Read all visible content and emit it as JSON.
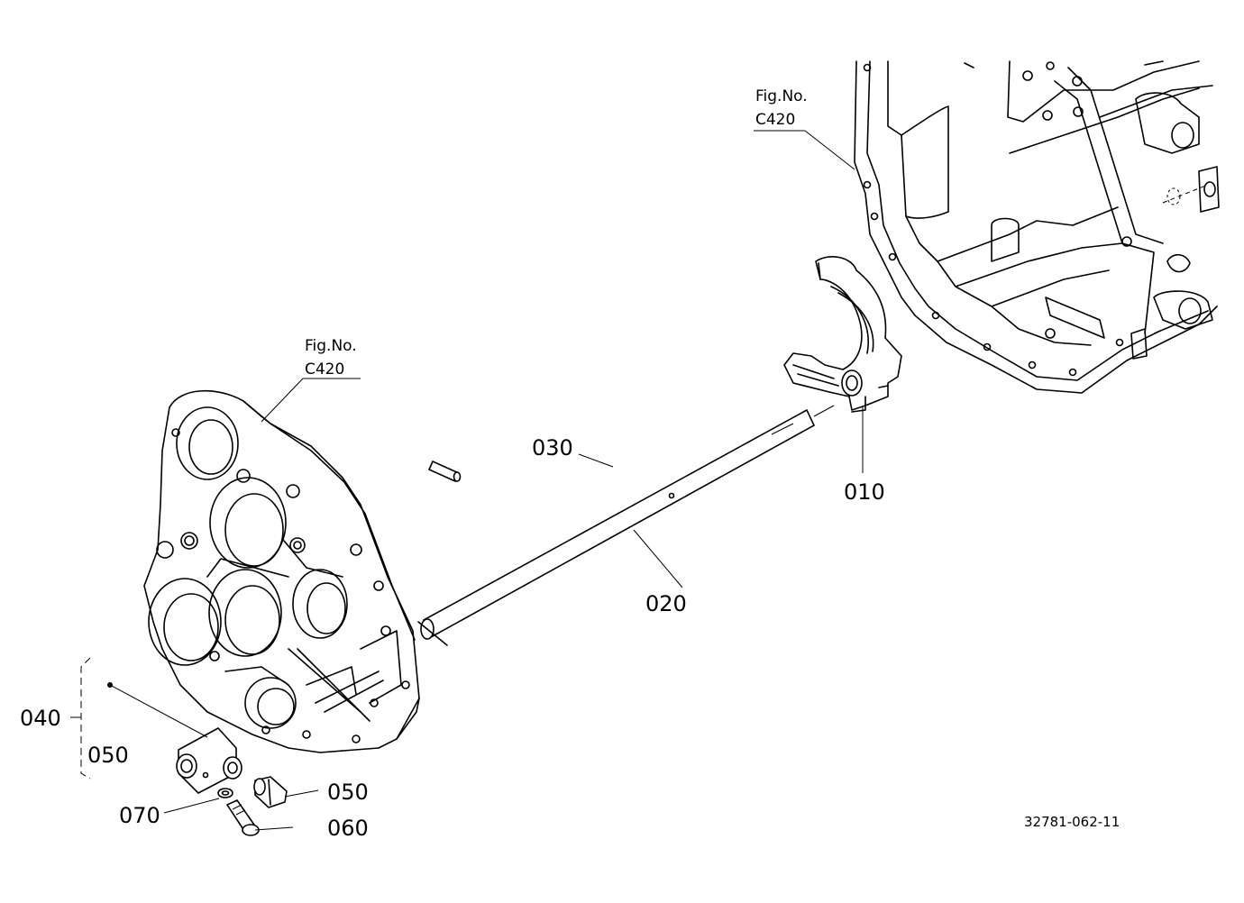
{
  "fig_refs": [
    {
      "line1": "Fig.No.",
      "line2": "C420"
    },
    {
      "line1": "Fig.No.",
      "line2": "C420"
    }
  ],
  "parts": [
    {
      "id": "010"
    },
    {
      "id": "020"
    },
    {
      "id": "030"
    },
    {
      "id": "040"
    },
    {
      "id": "050"
    },
    {
      "id": "050"
    },
    {
      "id": "060"
    },
    {
      "id": "070"
    }
  ],
  "drawing_code": "32781-062-11"
}
